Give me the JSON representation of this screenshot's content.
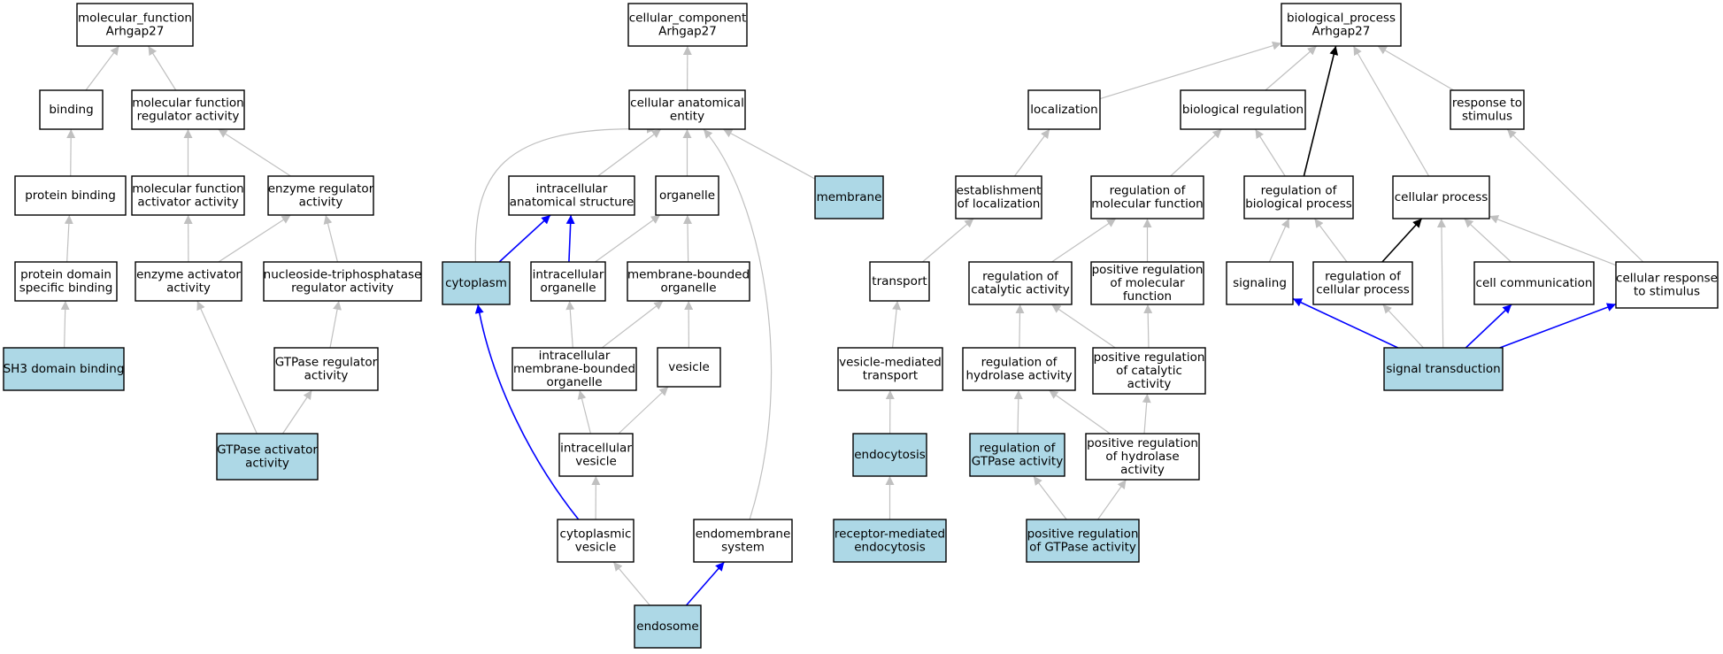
{
  "diagram": {
    "type": "GO term graph",
    "highlight_color": "#add8e6",
    "edge_colors": {
      "default": "#c0c0c0",
      "blue": "#0000ff",
      "black": "#000000"
    },
    "nodes": [
      {
        "id": "mf_root",
        "lines": [
          "molecular_function",
          "Arhgap27"
        ],
        "highlighted": false
      },
      {
        "id": "binding",
        "lines": [
          "binding"
        ],
        "highlighted": false
      },
      {
        "id": "mf_reg",
        "lines": [
          "molecular function",
          "regulator activity"
        ],
        "highlighted": false
      },
      {
        "id": "protein_binding",
        "lines": [
          "protein binding"
        ],
        "highlighted": false
      },
      {
        "id": "mf_act",
        "lines": [
          "molecular function",
          "activator activity"
        ],
        "highlighted": false
      },
      {
        "id": "enz_reg",
        "lines": [
          "enzyme regulator",
          "activity"
        ],
        "highlighted": false
      },
      {
        "id": "pdsb",
        "lines": [
          "protein domain",
          "specific binding"
        ],
        "highlighted": false
      },
      {
        "id": "enz_act",
        "lines": [
          "enzyme activator",
          "activity"
        ],
        "highlighted": false
      },
      {
        "id": "ntp_reg",
        "lines": [
          "nucleoside-triphosphatase",
          "regulator activity"
        ],
        "highlighted": false
      },
      {
        "id": "sh3",
        "lines": [
          "SH3 domain binding"
        ],
        "highlighted": true
      },
      {
        "id": "gtpase_reg",
        "lines": [
          "GTPase regulator",
          "activity"
        ],
        "highlighted": false
      },
      {
        "id": "gtpase_act",
        "lines": [
          "GTPase activator",
          "activity"
        ],
        "highlighted": true
      },
      {
        "id": "cc_root",
        "lines": [
          "cellular_component",
          "Arhgap27"
        ],
        "highlighted": false
      },
      {
        "id": "cae",
        "lines": [
          "cellular anatomical",
          "entity"
        ],
        "highlighted": false
      },
      {
        "id": "ias",
        "lines": [
          "intracellular",
          "anatomical structure"
        ],
        "highlighted": false
      },
      {
        "id": "organelle",
        "lines": [
          "organelle"
        ],
        "highlighted": false
      },
      {
        "id": "membrane",
        "lines": [
          "membrane"
        ],
        "highlighted": true
      },
      {
        "id": "cytoplasm",
        "lines": [
          "cytoplasm"
        ],
        "highlighted": true
      },
      {
        "id": "io",
        "lines": [
          "intracellular",
          "organelle"
        ],
        "highlighted": false
      },
      {
        "id": "mbo",
        "lines": [
          "membrane-bounded",
          "organelle"
        ],
        "highlighted": false
      },
      {
        "id": "imbo",
        "lines": [
          "intracellular",
          "membrane-bounded",
          "organelle"
        ],
        "highlighted": false
      },
      {
        "id": "vesicle",
        "lines": [
          "vesicle"
        ],
        "highlighted": false
      },
      {
        "id": "iv",
        "lines": [
          "intracellular",
          "vesicle"
        ],
        "highlighted": false
      },
      {
        "id": "cv",
        "lines": [
          "cytoplasmic",
          "vesicle"
        ],
        "highlighted": false
      },
      {
        "id": "es",
        "lines": [
          "endomembrane",
          "system"
        ],
        "highlighted": false
      },
      {
        "id": "endosome",
        "lines": [
          "endosome"
        ],
        "highlighted": true
      },
      {
        "id": "bp_root",
        "lines": [
          "biological_process",
          "Arhgap27"
        ],
        "highlighted": false
      },
      {
        "id": "localization",
        "lines": [
          "localization"
        ],
        "highlighted": false
      },
      {
        "id": "bio_reg",
        "lines": [
          "biological regulation"
        ],
        "highlighted": false
      },
      {
        "id": "resp_stim",
        "lines": [
          "response to",
          "stimulus"
        ],
        "highlighted": false
      },
      {
        "id": "est_loc",
        "lines": [
          "establishment",
          "of localization"
        ],
        "highlighted": false
      },
      {
        "id": "reg_mf",
        "lines": [
          "regulation of",
          "molecular function"
        ],
        "highlighted": false
      },
      {
        "id": "reg_bp",
        "lines": [
          "regulation of",
          "biological process"
        ],
        "highlighted": false
      },
      {
        "id": "cell_proc",
        "lines": [
          "cellular process"
        ],
        "highlighted": false
      },
      {
        "id": "transport",
        "lines": [
          "transport"
        ],
        "highlighted": false
      },
      {
        "id": "reg_cat",
        "lines": [
          "regulation of",
          "catalytic activity"
        ],
        "highlighted": false
      },
      {
        "id": "pos_reg_mf",
        "lines": [
          "positive regulation",
          "of molecular",
          "function"
        ],
        "highlighted": false
      },
      {
        "id": "signaling",
        "lines": [
          "signaling"
        ],
        "highlighted": false
      },
      {
        "id": "reg_cp",
        "lines": [
          "regulation of",
          "cellular process"
        ],
        "highlighted": false
      },
      {
        "id": "cell_comm",
        "lines": [
          "cell communication"
        ],
        "highlighted": false
      },
      {
        "id": "cell_resp",
        "lines": [
          "cellular response",
          "to stimulus"
        ],
        "highlighted": false
      },
      {
        "id": "vmt",
        "lines": [
          "vesicle-mediated",
          "transport"
        ],
        "highlighted": false
      },
      {
        "id": "reg_hyd",
        "lines": [
          "regulation of",
          "hydrolase activity"
        ],
        "highlighted": false
      },
      {
        "id": "pos_reg_cat",
        "lines": [
          "positive regulation",
          "of catalytic",
          "activity"
        ],
        "highlighted": false
      },
      {
        "id": "sig_trans",
        "lines": [
          "signal transduction"
        ],
        "highlighted": true
      },
      {
        "id": "endocytosis",
        "lines": [
          "endocytosis"
        ],
        "highlighted": true
      },
      {
        "id": "reg_gtpase",
        "lines": [
          "regulation of",
          "GTPase activity"
        ],
        "highlighted": true
      },
      {
        "id": "pos_reg_hyd",
        "lines": [
          "positive regulation",
          "of hydrolase",
          "activity"
        ],
        "highlighted": false
      },
      {
        "id": "rme",
        "lines": [
          "receptor-mediated",
          "endocytosis"
        ],
        "highlighted": true
      },
      {
        "id": "pos_reg_gtpase",
        "lines": [
          "positive regulation",
          "of GTPase activity"
        ],
        "highlighted": true
      }
    ],
    "edges": [
      {
        "from": "binding",
        "to": "mf_root",
        "color": "gray"
      },
      {
        "from": "mf_reg",
        "to": "mf_root",
        "color": "gray"
      },
      {
        "from": "protein_binding",
        "to": "binding",
        "color": "gray"
      },
      {
        "from": "mf_act",
        "to": "mf_reg",
        "color": "gray"
      },
      {
        "from": "enz_reg",
        "to": "mf_reg",
        "color": "gray"
      },
      {
        "from": "pdsb",
        "to": "protein_binding",
        "color": "gray"
      },
      {
        "from": "enz_act",
        "to": "mf_act",
        "color": "gray"
      },
      {
        "from": "enz_act",
        "to": "enz_reg",
        "color": "gray"
      },
      {
        "from": "ntp_reg",
        "to": "enz_reg",
        "color": "gray"
      },
      {
        "from": "sh3",
        "to": "pdsb",
        "color": "gray"
      },
      {
        "from": "gtpase_reg",
        "to": "ntp_reg",
        "color": "gray"
      },
      {
        "from": "gtpase_act",
        "to": "enz_act",
        "color": "gray"
      },
      {
        "from": "gtpase_act",
        "to": "gtpase_reg",
        "color": "gray"
      },
      {
        "from": "cae",
        "to": "cc_root",
        "color": "gray"
      },
      {
        "from": "ias",
        "to": "cae",
        "color": "gray"
      },
      {
        "from": "organelle",
        "to": "cae",
        "color": "gray"
      },
      {
        "from": "membrane",
        "to": "cae",
        "color": "gray"
      },
      {
        "from": "cytoplasm",
        "to": "cae",
        "color": "gray"
      },
      {
        "from": "cytoplasm",
        "to": "ias",
        "color": "blue"
      },
      {
        "from": "io",
        "to": "ias",
        "color": "blue"
      },
      {
        "from": "io",
        "to": "organelle",
        "color": "gray"
      },
      {
        "from": "mbo",
        "to": "organelle",
        "color": "gray"
      },
      {
        "from": "imbo",
        "to": "io",
        "color": "gray"
      },
      {
        "from": "imbo",
        "to": "mbo",
        "color": "gray"
      },
      {
        "from": "vesicle",
        "to": "mbo",
        "color": "gray"
      },
      {
        "from": "iv",
        "to": "imbo",
        "color": "gray"
      },
      {
        "from": "iv",
        "to": "vesicle",
        "color": "gray"
      },
      {
        "from": "cv",
        "to": "iv",
        "color": "gray"
      },
      {
        "from": "cv",
        "to": "cytoplasm",
        "color": "blue"
      },
      {
        "from": "es",
        "to": "cae",
        "color": "gray"
      },
      {
        "from": "endosome",
        "to": "cv",
        "color": "gray"
      },
      {
        "from": "endosome",
        "to": "es",
        "color": "blue"
      },
      {
        "from": "localization",
        "to": "bp_root",
        "color": "gray"
      },
      {
        "from": "bio_reg",
        "to": "bp_root",
        "color": "gray"
      },
      {
        "from": "resp_stim",
        "to": "bp_root",
        "color": "gray"
      },
      {
        "from": "reg_bp",
        "to": "bp_root",
        "color": "black"
      },
      {
        "from": "cell_proc",
        "to": "bp_root",
        "color": "gray"
      },
      {
        "from": "est_loc",
        "to": "localization",
        "color": "gray"
      },
      {
        "from": "reg_mf",
        "to": "bio_reg",
        "color": "gray"
      },
      {
        "from": "reg_bp",
        "to": "bio_reg",
        "color": "gray"
      },
      {
        "from": "transport",
        "to": "est_loc",
        "color": "gray"
      },
      {
        "from": "reg_cat",
        "to": "reg_mf",
        "color": "gray"
      },
      {
        "from": "pos_reg_mf",
        "to": "reg_mf",
        "color": "gray"
      },
      {
        "from": "signaling",
        "to": "reg_bp",
        "color": "gray"
      },
      {
        "from": "reg_cp",
        "to": "reg_bp",
        "color": "gray"
      },
      {
        "from": "reg_cp",
        "to": "cell_proc",
        "color": "black"
      },
      {
        "from": "cell_comm",
        "to": "cell_proc",
        "color": "gray"
      },
      {
        "from": "cell_resp",
        "to": "cell_proc",
        "color": "gray"
      },
      {
        "from": "cell_resp",
        "to": "resp_stim",
        "color": "gray"
      },
      {
        "from": "vmt",
        "to": "transport",
        "color": "gray"
      },
      {
        "from": "reg_hyd",
        "to": "reg_cat",
        "color": "gray"
      },
      {
        "from": "pos_reg_cat",
        "to": "reg_cat",
        "color": "gray"
      },
      {
        "from": "pos_reg_cat",
        "to": "pos_reg_mf",
        "color": "gray"
      },
      {
        "from": "sig_trans",
        "to": "signaling",
        "color": "blue"
      },
      {
        "from": "sig_trans",
        "to": "reg_cp",
        "color": "gray"
      },
      {
        "from": "sig_trans",
        "to": "cell_proc",
        "color": "gray"
      },
      {
        "from": "sig_trans",
        "to": "cell_comm",
        "color": "blue"
      },
      {
        "from": "sig_trans",
        "to": "cell_resp",
        "color": "blue"
      },
      {
        "from": "endocytosis",
        "to": "vmt",
        "color": "gray"
      },
      {
        "from": "reg_gtpase",
        "to": "reg_hyd",
        "color": "gray"
      },
      {
        "from": "pos_reg_hyd",
        "to": "reg_hyd",
        "color": "gray"
      },
      {
        "from": "pos_reg_hyd",
        "to": "pos_reg_cat",
        "color": "gray"
      },
      {
        "from": "rme",
        "to": "endocytosis",
        "color": "gray"
      },
      {
        "from": "pos_reg_gtpase",
        "to": "reg_gtpase",
        "color": "gray"
      },
      {
        "from": "pos_reg_gtpase",
        "to": "pos_reg_hyd",
        "color": "gray"
      }
    ]
  }
}
